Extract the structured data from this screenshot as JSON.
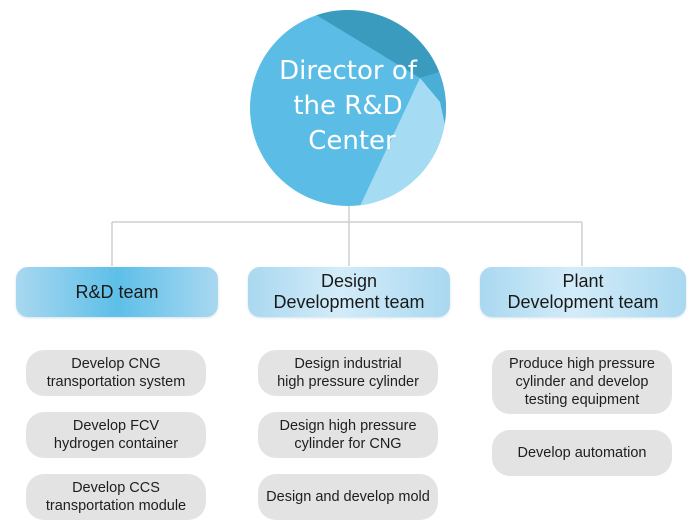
{
  "director": {
    "title_lines": [
      "Director of",
      "the R&D",
      "Center"
    ]
  },
  "teams": [
    {
      "name_lines": [
        "R&D team"
      ],
      "tasks": [
        {
          "lines": [
            "Develop CNG",
            "transportation system"
          ]
        },
        {
          "lines": [
            "Develop FCV",
            "hydrogen container"
          ]
        },
        {
          "lines": [
            "Develop CCS",
            "transportation module"
          ]
        }
      ]
    },
    {
      "name_lines": [
        "Design",
        "Development team"
      ],
      "tasks": [
        {
          "lines": [
            "Design industrial",
            "high pressure cylinder"
          ]
        },
        {
          "lines": [
            "Design high pressure",
            "cylinder for CNG"
          ]
        },
        {
          "lines": [
            "Design and develop mold"
          ]
        }
      ]
    },
    {
      "name_lines": [
        "Plant",
        "Development team"
      ],
      "tasks": [
        {
          "lines": [
            "Produce high pressure",
            "cylinder and develop",
            "testing equipment"
          ]
        },
        {
          "lines": [
            "Develop automation"
          ]
        }
      ]
    }
  ],
  "colors": {
    "circle_main": "#5bbde6",
    "circle_dark": "#3b9bbf",
    "circle_light": "#a6dcf3",
    "team_fill": "#b9e1f5",
    "team_highlight": "#5dbfe8",
    "task_fill": "#e3e3e3",
    "connector": "#cfcfcf"
  }
}
